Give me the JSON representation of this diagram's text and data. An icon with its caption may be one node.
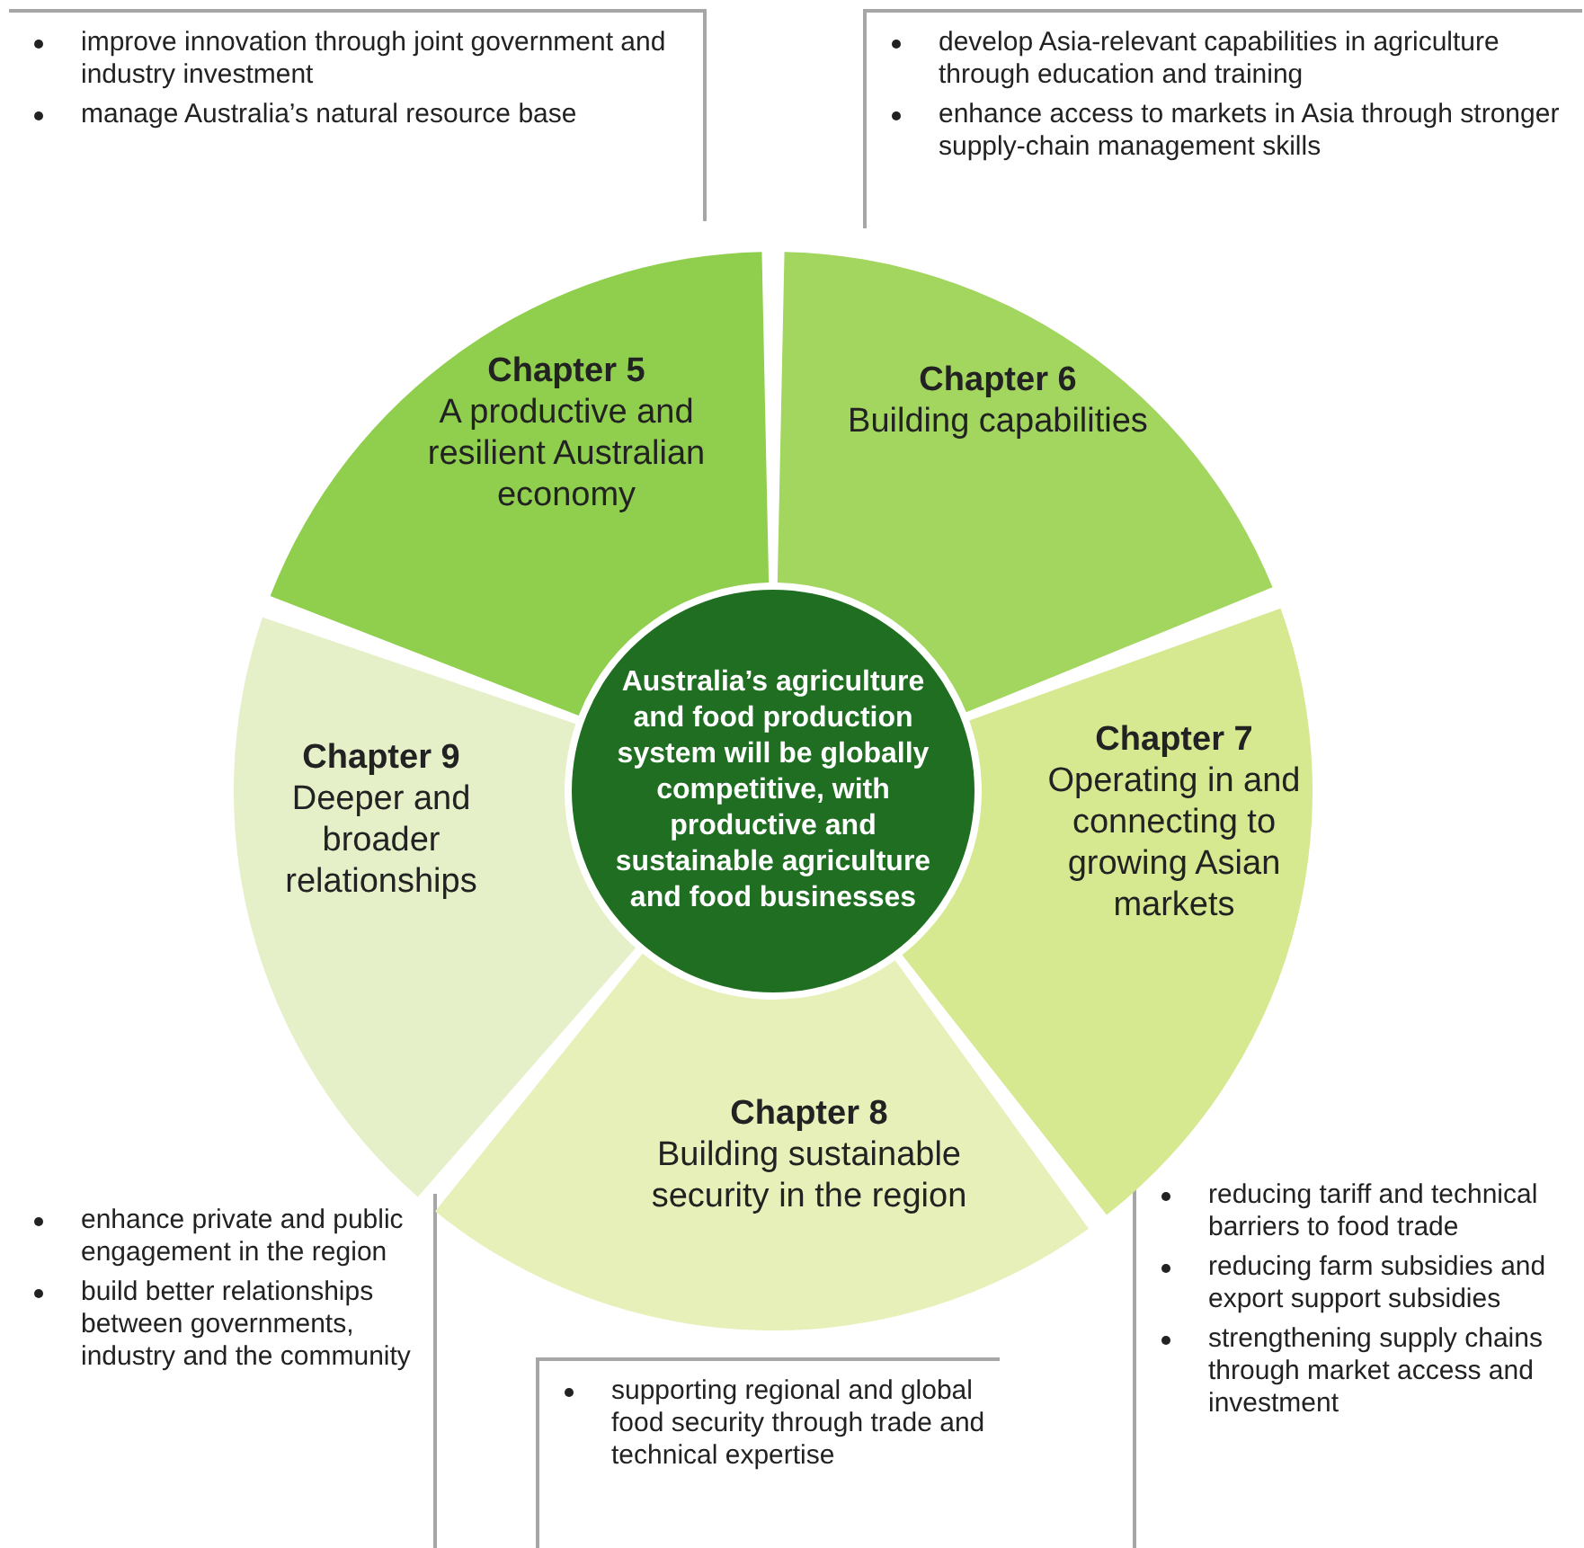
{
  "diagram": {
    "nodes": [
      {
        "text": [
          "improve innovation through joint government and industry investment",
          "manage Australia’s natural resource base"
        ]
      },
      {
        "text": [
          "develop Asia-relevant capabilities in agriculture through education and training",
          "enhance access to markets in Asia through stronger supply-chain management skills"
        ]
      },
      {
        "text": [
          "Chapter 5",
          "A productive and resilient Australian economy"
        ]
      },
      {
        "text": [
          "Chapter 6",
          "Building capabilities"
        ]
      },
      {
        "text": [
          "Chapter 9",
          "Deeper and broader relationships"
        ]
      },
      {
        "text": [
          "Australia’s agriculture and food production system will be globally competitive, with productive and sustainable agriculture and food businesses"
        ]
      },
      {
        "text": [
          "Chapter 7",
          "Operating in and connecting to growing Asian markets"
        ]
      },
      {
        "text": [
          "Chapter 8",
          "Building sustainable security in the region"
        ]
      },
      {
        "text": [
          "enhance private and public engagement in the region",
          "build better relationships between governments, industry and the community"
        ]
      },
      {
        "text": [
          "reducing tariff and technical barriers to food trade",
          "reducing farm subsidies and export support subsidies",
          "strengthening supply chains through market access and investment"
        ]
      },
      {
        "text": [
          "supporting regional and global food security through trade and technical expertise"
        ]
      }
    ]
  }
}
